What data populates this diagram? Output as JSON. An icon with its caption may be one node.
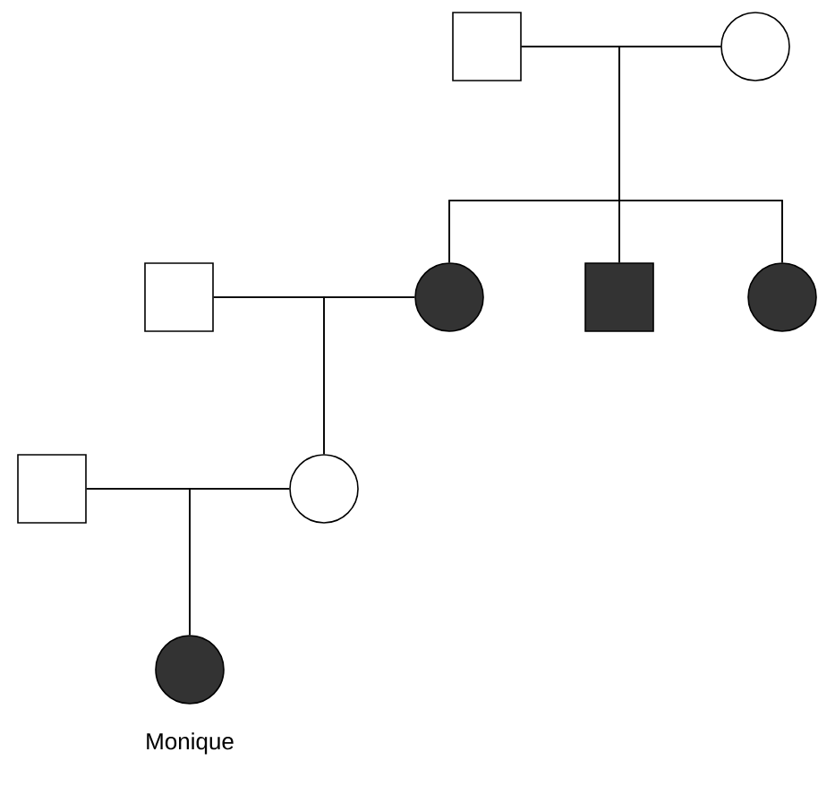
{
  "diagram": {
    "nodes": [
      {
        "text": [],
        "shape": "box"
      },
      {
        "text": [],
        "shape": "circle"
      },
      {
        "text": [],
        "shape": "circle"
      },
      {
        "text": [],
        "shape": "box"
      },
      {
        "text": [],
        "shape": "circle"
      },
      {
        "text": [],
        "shape": "box"
      },
      {
        "text": [],
        "shape": "circle"
      },
      {
        "text": [],
        "shape": "box"
      },
      {
        "text": [],
        "shape": "circle",
        "beside": [
          "Monique"
        ]
      }
    ],
    "edges": [
      {
        "from": 0,
        "to": 1,
        "arrow": "none"
      },
      {
        "from": 0,
        "to": 2,
        "arrow": "none"
      },
      {
        "from": 1,
        "to": 2,
        "arrow": "none"
      },
      {
        "from": 0,
        "to": 3,
        "arrow": "none"
      },
      {
        "from": 1,
        "to": 3,
        "arrow": "none"
      },
      {
        "from": 0,
        "to": 4,
        "arrow": "none"
      },
      {
        "from": 1,
        "to": 4,
        "arrow": "none"
      },
      {
        "from": 5,
        "to": 2,
        "arrow": "none"
      },
      {
        "from": 5,
        "to": 6,
        "arrow": "none"
      },
      {
        "from": 2,
        "to": 6,
        "arrow": "none"
      },
      {
        "from": 7,
        "to": 6,
        "arrow": "none"
      },
      {
        "from": 7,
        "to": 8,
        "arrow": "none"
      },
      {
        "from": 6,
        "to": 8,
        "arrow": "none"
      }
    ]
  }
}
